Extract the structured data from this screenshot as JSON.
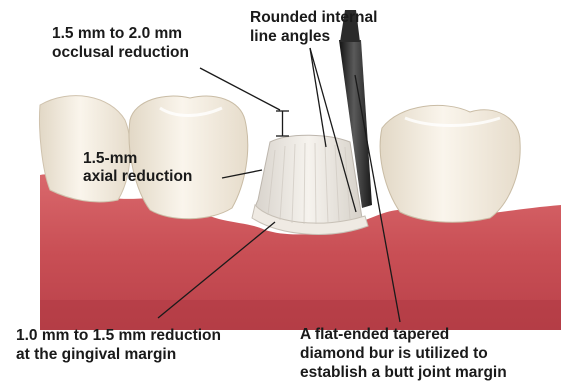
{
  "labels": {
    "occlusal_reduction": [
      "1.5 mm to 2.0 mm",
      "occlusal reduction"
    ],
    "rounded_internal": [
      "Rounded internal",
      "line angles"
    ],
    "axial_reduction": [
      "1.5-mm",
      "axial reduction"
    ],
    "gingival_reduction": [
      "1.0 mm to 1.5 mm reduction",
      "at the gingival margin"
    ],
    "diamond_bur": [
      "A flat-ended tapered",
      "diamond bur is utilized to",
      "establish a butt joint margin"
    ]
  },
  "colors": {
    "gingiva": "#c94f55",
    "gingiva_shadow": "#a8323b",
    "tooth_enamel": "#f3ece0",
    "prepared_tooth": "#ece8e2",
    "bur_shaft": "#2a2a2a",
    "leader_lines": "#1a1a1a"
  }
}
